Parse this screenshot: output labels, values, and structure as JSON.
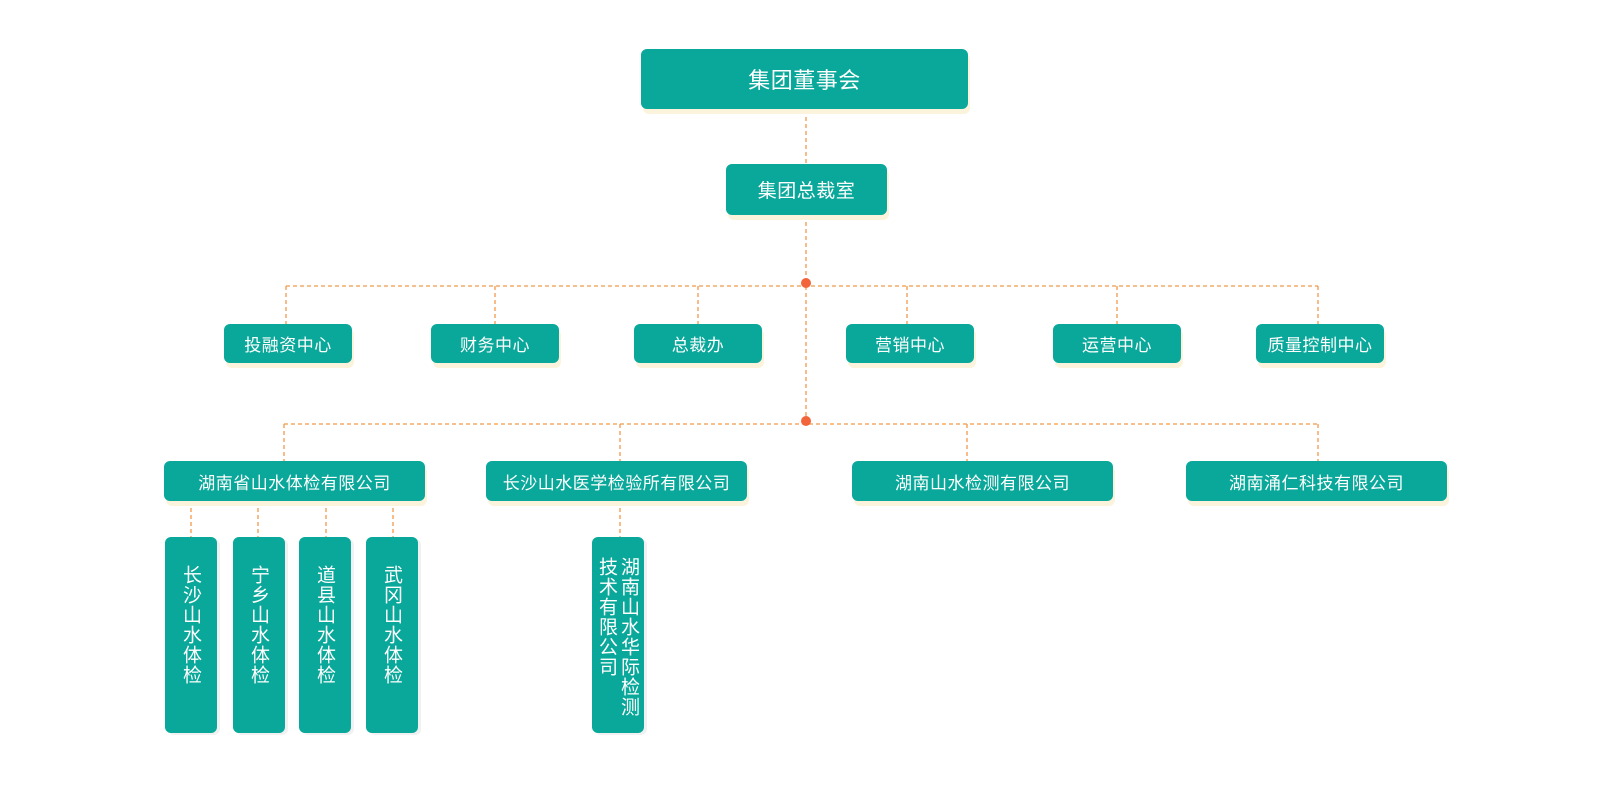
{
  "title": "集团董事会",
  "president_office": "集团总裁室",
  "centers": [
    "投融资中心",
    "财务中心",
    "总裁办",
    "营销中心",
    "运营中心",
    "质量控制中心"
  ],
  "companies": [
    "湖南省山水体检有限公司",
    "长沙山水医学检验所有限公司",
    "湖南山水检测有限公司",
    "湖南涌仁科技有限公司"
  ],
  "branches": [
    "长沙山水体检",
    "宁乡山水体检",
    "道县山水体检",
    "武冈山水体检"
  ],
  "subsidiary": "湖南山水华际检测技术有限公司",
  "colors": {
    "node": "#0aa89a",
    "connector": "#f0994a",
    "junction": "#f2643a",
    "shadow": "#fbf3dc"
  }
}
